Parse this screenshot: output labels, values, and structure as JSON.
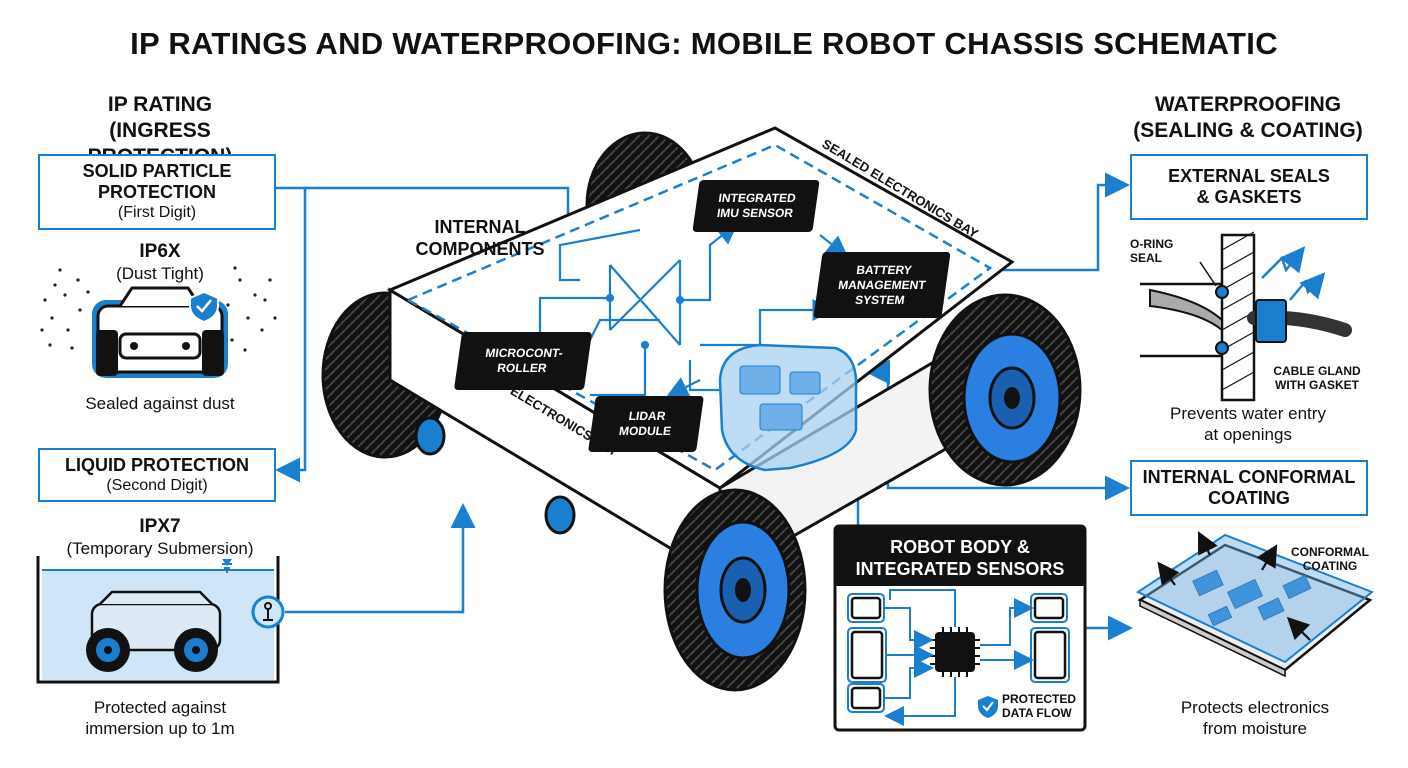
{
  "title": "IP RATINGS AND WATERPROOFING: MOBILE ROBOT CHASSIS SCHEMATIC",
  "left": {
    "heading_line1": "IP RATING",
    "heading_line2": "(INGRESS PROTECTION)",
    "solid": {
      "title_line1": "SOLID PARTICLE",
      "title_line2": "PROTECTION",
      "sub": "(First Digit)"
    },
    "ip6x": {
      "code": "IP6X",
      "desc": "(Dust Tight)",
      "caption": "Sealed against dust"
    },
    "liquid": {
      "title": "LIQUID PROTECTION",
      "sub": "(Second Digit)"
    },
    "ipx7": {
      "code": "IPX7",
      "desc": "(Temporary Submersion)",
      "caption_line1": "Protected against",
      "caption_line2": "immersion up to 1m"
    }
  },
  "center": {
    "internal_line1": "INTERNAL",
    "internal_line2": "COMPONENTS",
    "bay_label": "SEALED ELECTRONICS BAY",
    "components": {
      "imu_line1": "INTEGRATED",
      "imu_line2": "IMU SENSOR",
      "bms_line1": "BATTERY",
      "bms_line2": "MANAGEMENT",
      "bms_line3": "SYSTEM",
      "mcu_line1": "MICROCONT-",
      "mcu_line2": "ROLLER",
      "lidar_line1": "LIDAR",
      "lidar_line2": "MODULE"
    },
    "robot_body": {
      "title_line1": "ROBOT BODY &",
      "title_line2": "INTEGRATED SENSORS",
      "badge_line1": "PROTECTED",
      "badge_line2": "DATA FLOW"
    }
  },
  "right": {
    "heading_line1": "WATERPROOFING",
    "heading_line2": "(SEALING & COATING)",
    "seals": {
      "title_line1": "EXTERNAL SEALS",
      "title_line2": "& GASKETS"
    },
    "oring_line1": "O-RING",
    "oring_line2": "SEAL",
    "gland_line1": "CABLE GLAND",
    "gland_line2": "WITH GASKET",
    "seals_caption_line1": "Prevents water entry",
    "seals_caption_line2": "at openings",
    "coating": {
      "title_line1": "INTERNAL CONFORMAL",
      "title_line2": "COATING"
    },
    "conformal_line1": "CONFORMAL",
    "conformal_line2": "COATING",
    "coating_caption_line1": "Protects electronics",
    "coating_caption_line2": "from moisture"
  },
  "colors": {
    "accent": "#1b7fd0",
    "wheel_blue": "#2a7fe0",
    "water": "#cfe6f8",
    "ink": "#111111"
  },
  "icons": [
    "shield-check-icon",
    "water-level-icon",
    "submersion-icon",
    "chip-icon"
  ]
}
